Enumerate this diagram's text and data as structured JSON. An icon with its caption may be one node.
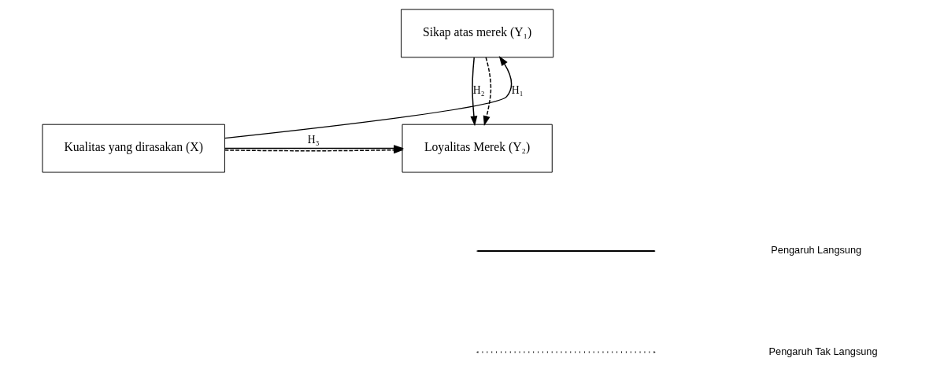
{
  "diagram": {
    "nodes": [
      {
        "text": [
          "Sikap atas merek (Y₁)"
        ]
      },
      {
        "text": [
          "Kualitas yang dirasakan (X)"
        ]
      },
      {
        "text": [
          "Loyalitas Merek (Y₂)"
        ]
      }
    ],
    "edges": [
      {
        "from": 1,
        "to": 0,
        "arrow": "to",
        "label": "H₁"
      },
      {
        "from": 0,
        "to": 2,
        "arrow": "to",
        "label": "H₂"
      },
      {
        "from": 1,
        "to": 2,
        "arrow": "to",
        "label": "H₃"
      },
      {
        "from": 1,
        "to": 2,
        "arrow": "to",
        "style": "dashed"
      },
      {
        "from": 0,
        "to": 2,
        "arrow": "to",
        "style": "dashed"
      }
    ],
    "legend": [
      {
        "text": "Pengaruh Langsung"
      },
      {
        "text": "Pengaruh Tak Langsung"
      }
    ]
  }
}
